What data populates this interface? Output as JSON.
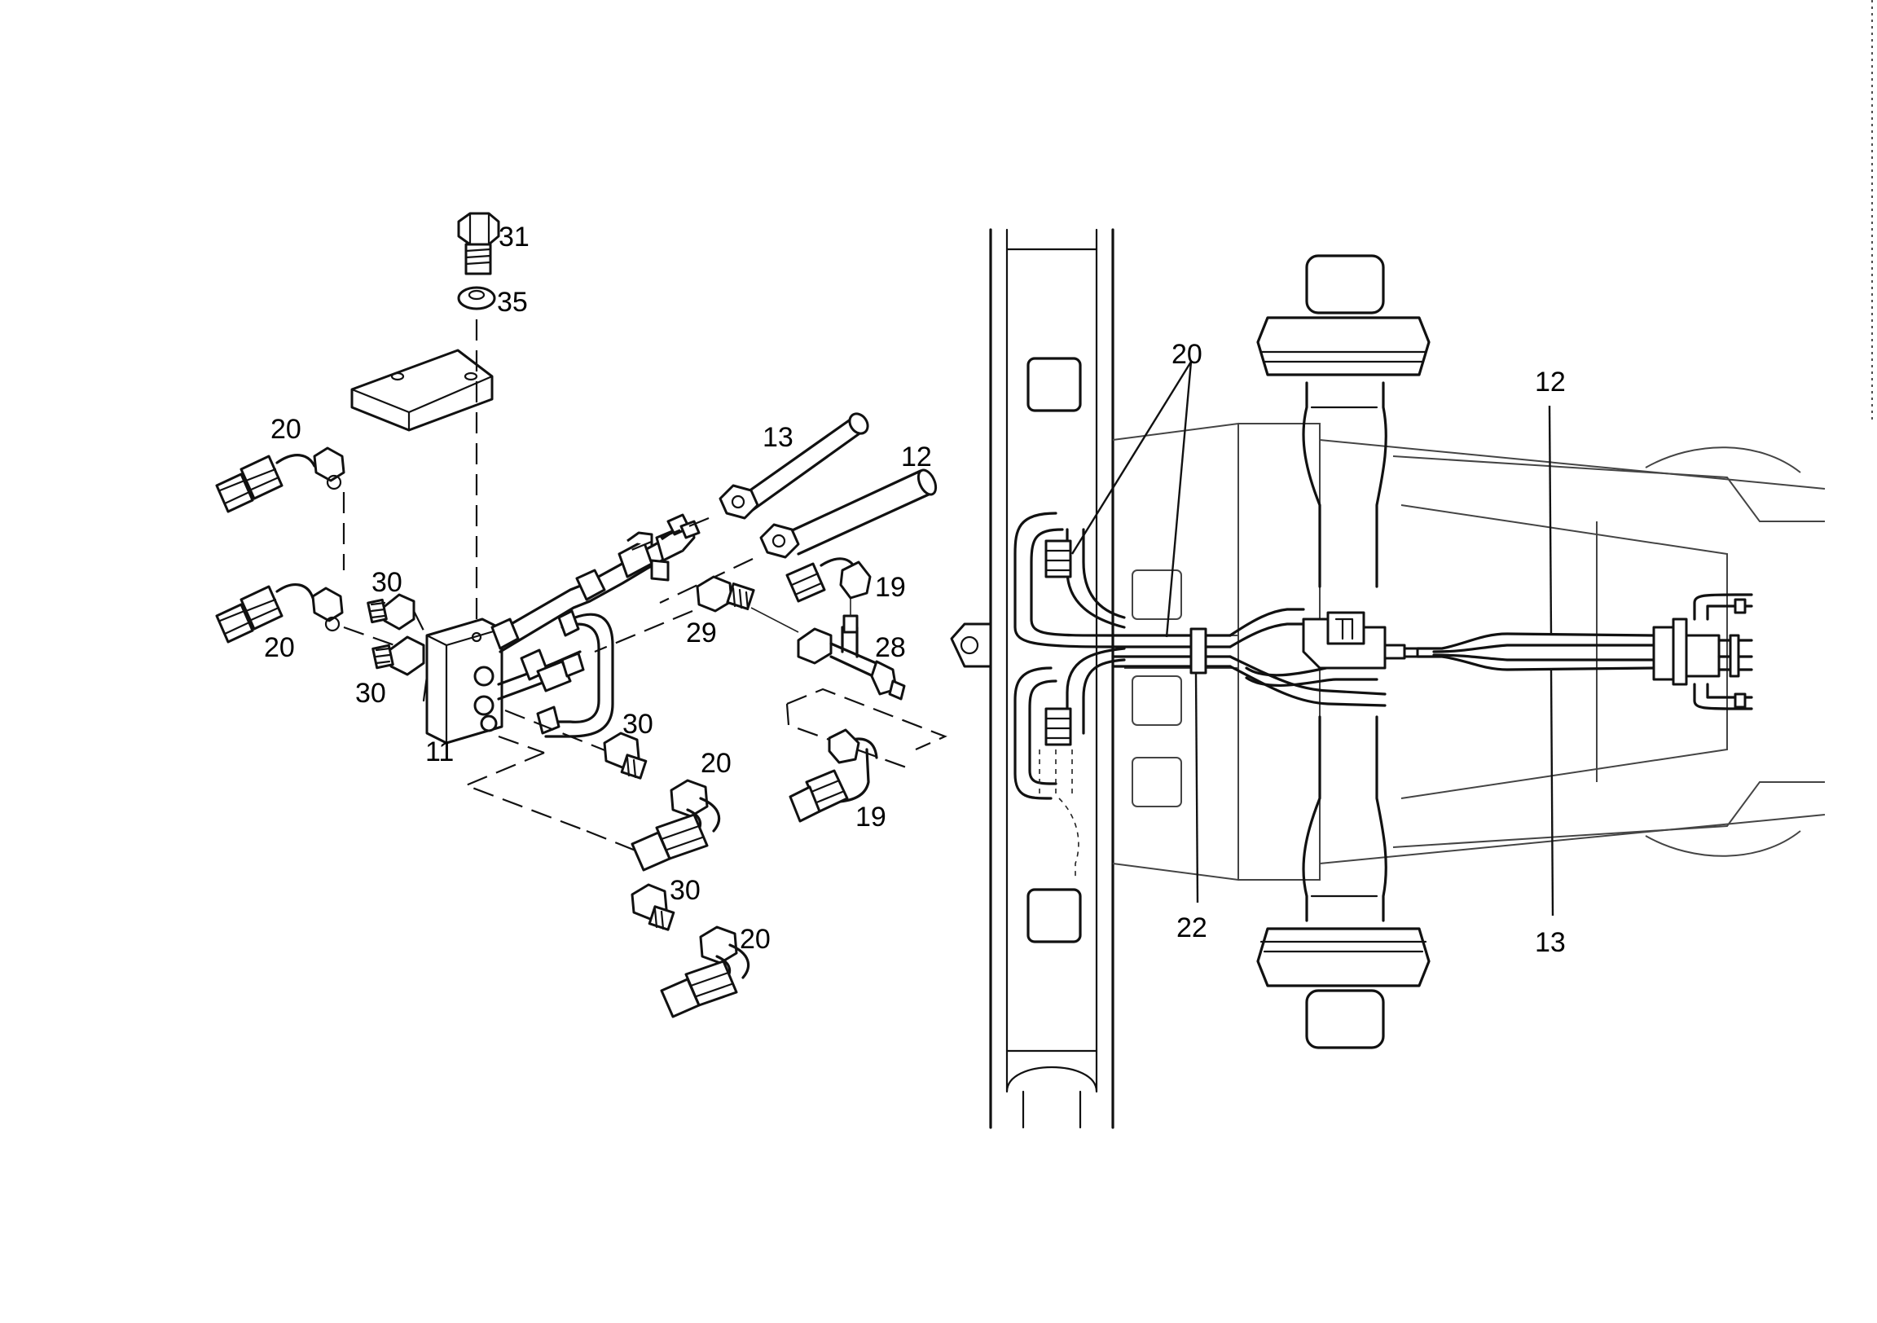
{
  "left_view": {
    "callouts": {
      "bolt": "31",
      "washer": "35",
      "hose_13": "13",
      "hose_12": "12",
      "elbow_top": "20",
      "adapter_upper": "30",
      "elbow_mid": "20",
      "adapter_lower": "30",
      "block": "11",
      "elbow_19_top": "19",
      "tee": "28",
      "connector": "29",
      "adapter_bottom_1": "30",
      "elbow_bottom_1": "20",
      "elbow_19_bottom": "19",
      "adapter_bottom_2": "30",
      "elbow_bottom_2": "20"
    }
  },
  "right_view": {
    "callouts": {
      "fittings": "20",
      "clamp": "22",
      "hose_12": "12",
      "hose_13": "13"
    }
  }
}
